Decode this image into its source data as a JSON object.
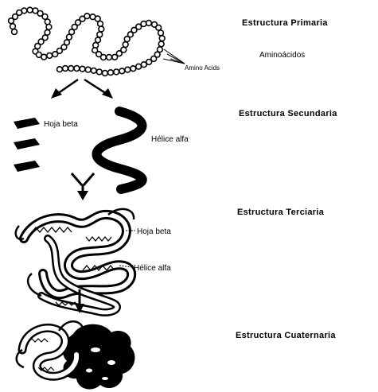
{
  "levels": {
    "primary": "Estructura Primaria",
    "secondary": "Estructura Secundaria",
    "tertiary": "Estructura Terciaria",
    "quaternary": "Estructura Cuaternaria"
  },
  "labels": {
    "amino_acids_en": "Amino Acids",
    "amino_acids_es": "Aminoácidos",
    "beta_sheet": "Hoja beta",
    "alpha_helix": "Hélice alfa"
  },
  "colors": {
    "ink": "#000000",
    "background": "#ffffff"
  }
}
